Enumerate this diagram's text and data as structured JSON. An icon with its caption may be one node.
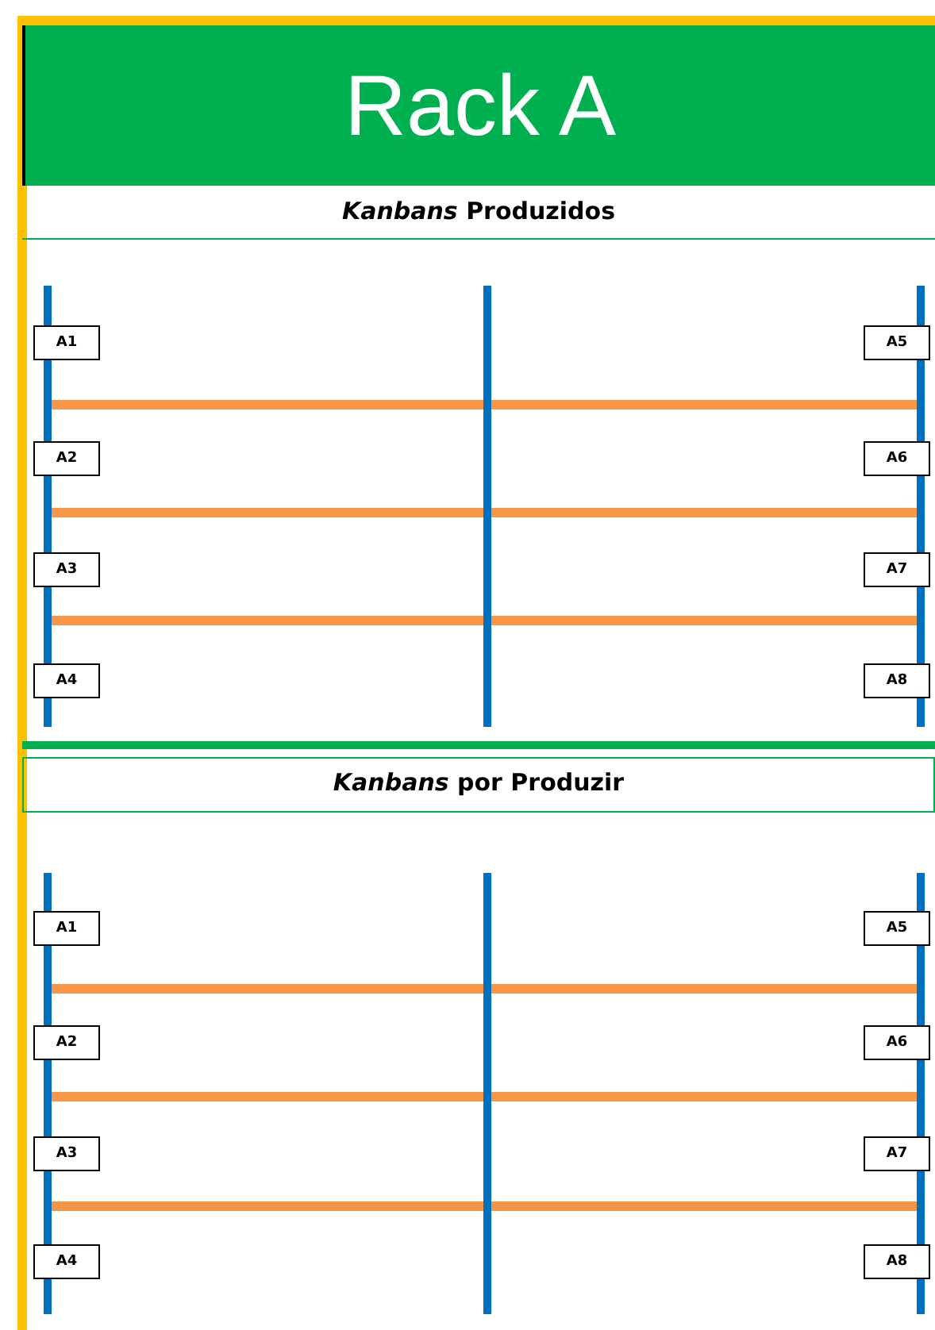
{
  "diagram": {
    "title": "Rack A",
    "nodes": [
      {
        "text": [
          "*Kanbans* Produzidos"
        ]
      },
      {
        "text": [
          "A1"
        ]
      },
      {
        "text": [
          "A2"
        ]
      },
      {
        "text": [
          "A3"
        ]
      },
      {
        "text": [
          "A4"
        ]
      },
      {
        "text": [
          "A5"
        ]
      },
      {
        "text": [
          "A6"
        ]
      },
      {
        "text": [
          "A7"
        ]
      },
      {
        "text": [
          "A8"
        ]
      },
      {
        "text": [
          "*Kanbans* por Produzir"
        ]
      },
      {
        "text": [
          "A1"
        ]
      },
      {
        "text": [
          "A2"
        ]
      },
      {
        "text": [
          "A3"
        ]
      },
      {
        "text": [
          "A4"
        ]
      },
      {
        "text": [
          "A5"
        ]
      },
      {
        "text": [
          "A6"
        ]
      },
      {
        "text": [
          "A7"
        ]
      },
      {
        "text": [
          "A8"
        ]
      }
    ],
    "edges": []
  }
}
